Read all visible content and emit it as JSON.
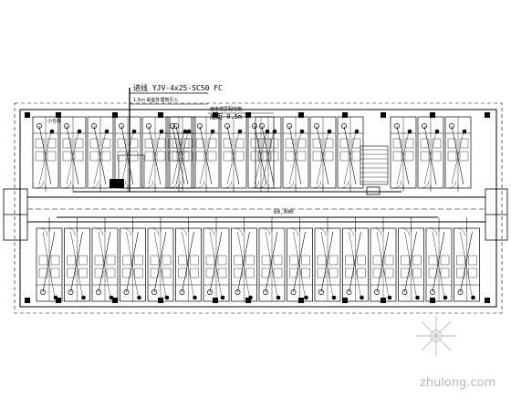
{
  "drawing": {
    "cable_spec": "进线 YJV-4x25-SC50 FC",
    "cable_note": "1.5m  由室外埋地引入",
    "panel_note": "宿舍楼层配电箱",
    "height_label": "底距 0.5m",
    "room_tag": "小仓库",
    "load_label": "60,000",
    "watermark": "zhulong.com"
  }
}
